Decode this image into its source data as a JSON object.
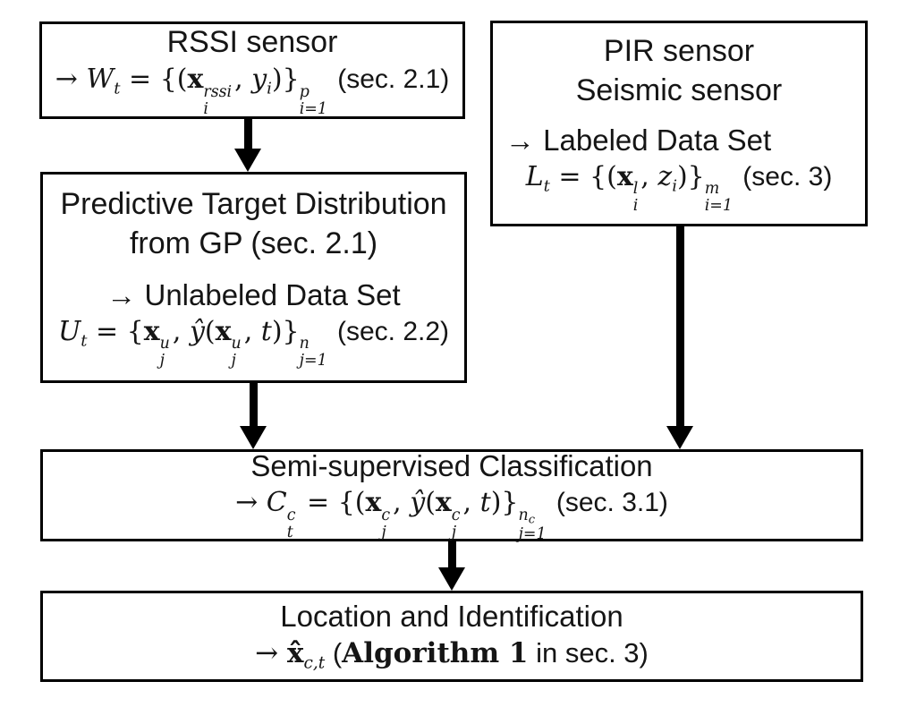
{
  "diagram": {
    "colors": {
      "background": "#ffffff",
      "box_border": "#000000",
      "text": "#151515",
      "arrow": "#000000"
    },
    "boxes": {
      "rssi": {
        "title": "RSSI sensor",
        "formula": [
          {
            "style": "rm",
            "text": "→ "
          },
          {
            "style": "cal",
            "text": "W"
          },
          {
            "style": "sub",
            "text": "t"
          },
          {
            "style": "rm",
            "text": " = {("
          },
          {
            "style": "bf",
            "text": "x"
          },
          {
            "stack": true,
            "sup": "rssi",
            "sub": "i"
          },
          {
            "style": "rm",
            "text": ", "
          },
          {
            "style": "it",
            "text": "y"
          },
          {
            "style": "sub",
            "text": "i"
          },
          {
            "style": "rm",
            "text": ")}"
          },
          {
            "stack": true,
            "sup": "p",
            "sub": "i=1"
          },
          {
            "style": "sans",
            "text": " (sec. 2.1)"
          }
        ]
      },
      "pir": {
        "title1": "PIR sensor",
        "title2": "Seismic sensor",
        "label": "→ Labeled Data Set",
        "formula": [
          {
            "style": "cal",
            "text": "L"
          },
          {
            "style": "sub",
            "text": "t"
          },
          {
            "style": "rm",
            "text": " = {("
          },
          {
            "style": "bf",
            "text": "x"
          },
          {
            "stack": true,
            "sup": "l",
            "sub": "i"
          },
          {
            "style": "rm",
            "text": ", "
          },
          {
            "style": "it",
            "text": "z"
          },
          {
            "style": "sub",
            "text": "i"
          },
          {
            "style": "rm",
            "text": ")}"
          },
          {
            "stack": true,
            "sup": "m",
            "sub": "i=1"
          },
          {
            "style": "sans",
            "text": "  (sec. 3)"
          }
        ]
      },
      "predictive": {
        "title1": "Predictive Target Distribution",
        "title2": "from GP (sec. 2.1)",
        "label": "→ Unlabeled Data Set",
        "formula": [
          {
            "style": "cal",
            "text": "U"
          },
          {
            "style": "sub",
            "text": "t"
          },
          {
            "style": "rm",
            "text": " = {"
          },
          {
            "style": "bf",
            "text": "x"
          },
          {
            "stack": true,
            "sup": "u",
            "sub": "j"
          },
          {
            "style": "rm",
            "text": ", "
          },
          {
            "style": "it",
            "text": "ŷ"
          },
          {
            "style": "rm",
            "text": "("
          },
          {
            "style": "bf",
            "text": "x"
          },
          {
            "stack": true,
            "sup": "u",
            "sub": "j"
          },
          {
            "style": "rm",
            "text": ", "
          },
          {
            "style": "it",
            "text": "t"
          },
          {
            "style": "rm",
            "text": ")}"
          },
          {
            "stack": true,
            "sup": "n",
            "sub": "j=1"
          },
          {
            "style": "sans",
            "text": " (sec. 2.2)"
          }
        ]
      },
      "semi": {
        "title": "Semi-supervised Classification",
        "formula": [
          {
            "style": "rm",
            "text": "→ "
          },
          {
            "style": "cal",
            "text": "C"
          },
          {
            "stack": true,
            "sup": "c",
            "sub": "t"
          },
          {
            "style": "rm",
            "text": " = {("
          },
          {
            "style": "bf",
            "text": "x"
          },
          {
            "stack": true,
            "sup": "c",
            "sub": "j"
          },
          {
            "style": "rm",
            "text": ", "
          },
          {
            "style": "it",
            "text": "ŷ"
          },
          {
            "style": "rm",
            "text": "("
          },
          {
            "style": "bf",
            "text": "x"
          },
          {
            "stack": true,
            "sup": "c",
            "sub": "j"
          },
          {
            "style": "rm",
            "text": ", "
          },
          {
            "style": "it",
            "text": "t"
          },
          {
            "style": "rm",
            "text": ")}"
          },
          {
            "stack": true,
            "sup": "n_c",
            "sub": "j=1"
          },
          {
            "style": "sans",
            "text": "  (sec. 3.1)"
          }
        ]
      },
      "location": {
        "title": "Location and Identification",
        "formula": [
          {
            "style": "rm",
            "text": "→ "
          },
          {
            "style": "bf",
            "text": "x̂"
          },
          {
            "style": "sub",
            "text": "c,t"
          },
          {
            "style": "sans",
            "text": "  ("
          },
          {
            "style": "bserif",
            "text": "Algorithm 1"
          },
          {
            "style": "sans",
            "text": " in sec. 3)"
          }
        ]
      }
    }
  }
}
